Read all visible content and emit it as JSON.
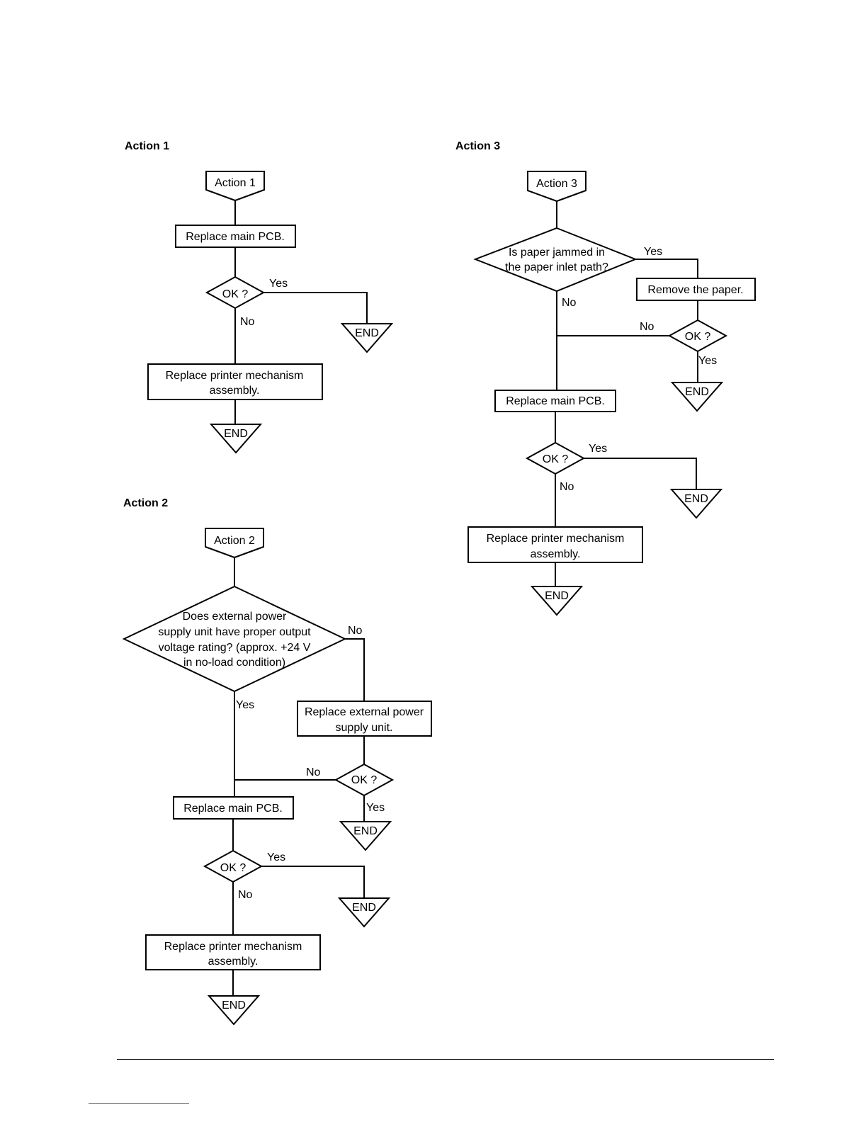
{
  "sections": {
    "action1": {
      "title": "Action 1",
      "start": "Action 1",
      "step1": "Replace main PCB.",
      "decision1": "OK ?",
      "yes": "Yes",
      "no": "No",
      "end_yes": "END",
      "step2": [
        "Replace printer mechanism",
        "assembly."
      ],
      "end_final": "END"
    },
    "action2": {
      "title": "Action 2",
      "start": "Action 2",
      "decision_main": [
        "Does external power",
        "supply unit have proper output",
        "voltage rating? (approx. +24 V",
        "in no-load condition)"
      ],
      "no_main": "No",
      "yes_main": "Yes",
      "step_power": [
        "Replace external power",
        "supply unit."
      ],
      "decision_power": "OK ?",
      "no_power": "No",
      "yes_power": "Yes",
      "end_power": "END",
      "step_pcb": "Replace main PCB.",
      "decision_pcb": "OK ?",
      "yes_pcb": "Yes",
      "no_pcb": "No",
      "end_pcb": "END",
      "step_mech": [
        "Replace printer mechanism",
        "assembly."
      ],
      "end_final": "END"
    },
    "action3": {
      "title": "Action 3",
      "start": "Action 3",
      "decision_main": [
        "Is paper jammed in",
        "the paper inlet path?"
      ],
      "yes_main": "Yes",
      "no_main": "No",
      "step_remove": "Remove the paper.",
      "decision_remove": "OK ?",
      "no_remove": "No",
      "yes_remove": "Yes",
      "end_remove": "END",
      "step_pcb": "Replace main PCB.",
      "decision_pcb": "OK ?",
      "yes_pcb": "Yes",
      "no_pcb": "No",
      "end_pcb": "END",
      "step_mech": [
        "Replace printer mechanism",
        "assembly."
      ],
      "end_final": "END"
    }
  }
}
